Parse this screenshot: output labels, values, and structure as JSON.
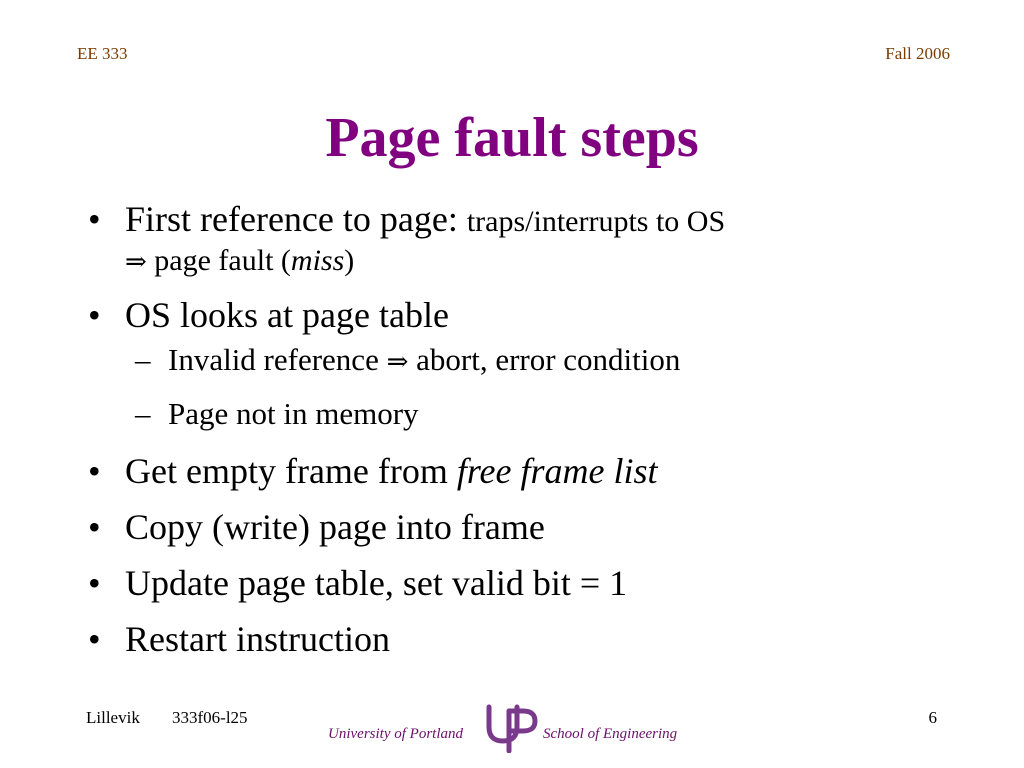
{
  "header": {
    "course": "EE 333",
    "term": "Fall 2006"
  },
  "slide": {
    "title": "Page fault steps",
    "bullets": [
      {
        "main": "First reference to page: ",
        "detail": "traps/interrupts to OS",
        "line2_arrow": "⇒",
        "line2_text": " page fault (",
        "line2_em": "miss",
        "line2_close": ")"
      },
      {
        "main": "OS looks at page table",
        "subs": [
          {
            "text": "Invalid reference ",
            "arrow": "⇒",
            "after": " abort, error condition"
          },
          {
            "text": "Page not in memory"
          }
        ]
      },
      {
        "main": "Get empty frame from ",
        "em": "free frame list"
      },
      {
        "main": "Copy (write) page into frame"
      },
      {
        "main": "Update page table, set valid bit = 1"
      },
      {
        "main": "Restart instruction"
      }
    ],
    "bullet_glyph": "•",
    "dash_glyph": "–"
  },
  "footer": {
    "author": "Lillevik",
    "code": "333f06-l25",
    "page": "6",
    "university": "University of Portland",
    "school": "School of Engineering"
  },
  "colors": {
    "title": "#800080",
    "header": "#7a3b00",
    "logo": "#7a3a8c"
  },
  "icons": {
    "logo": "up-monogram-logo"
  }
}
